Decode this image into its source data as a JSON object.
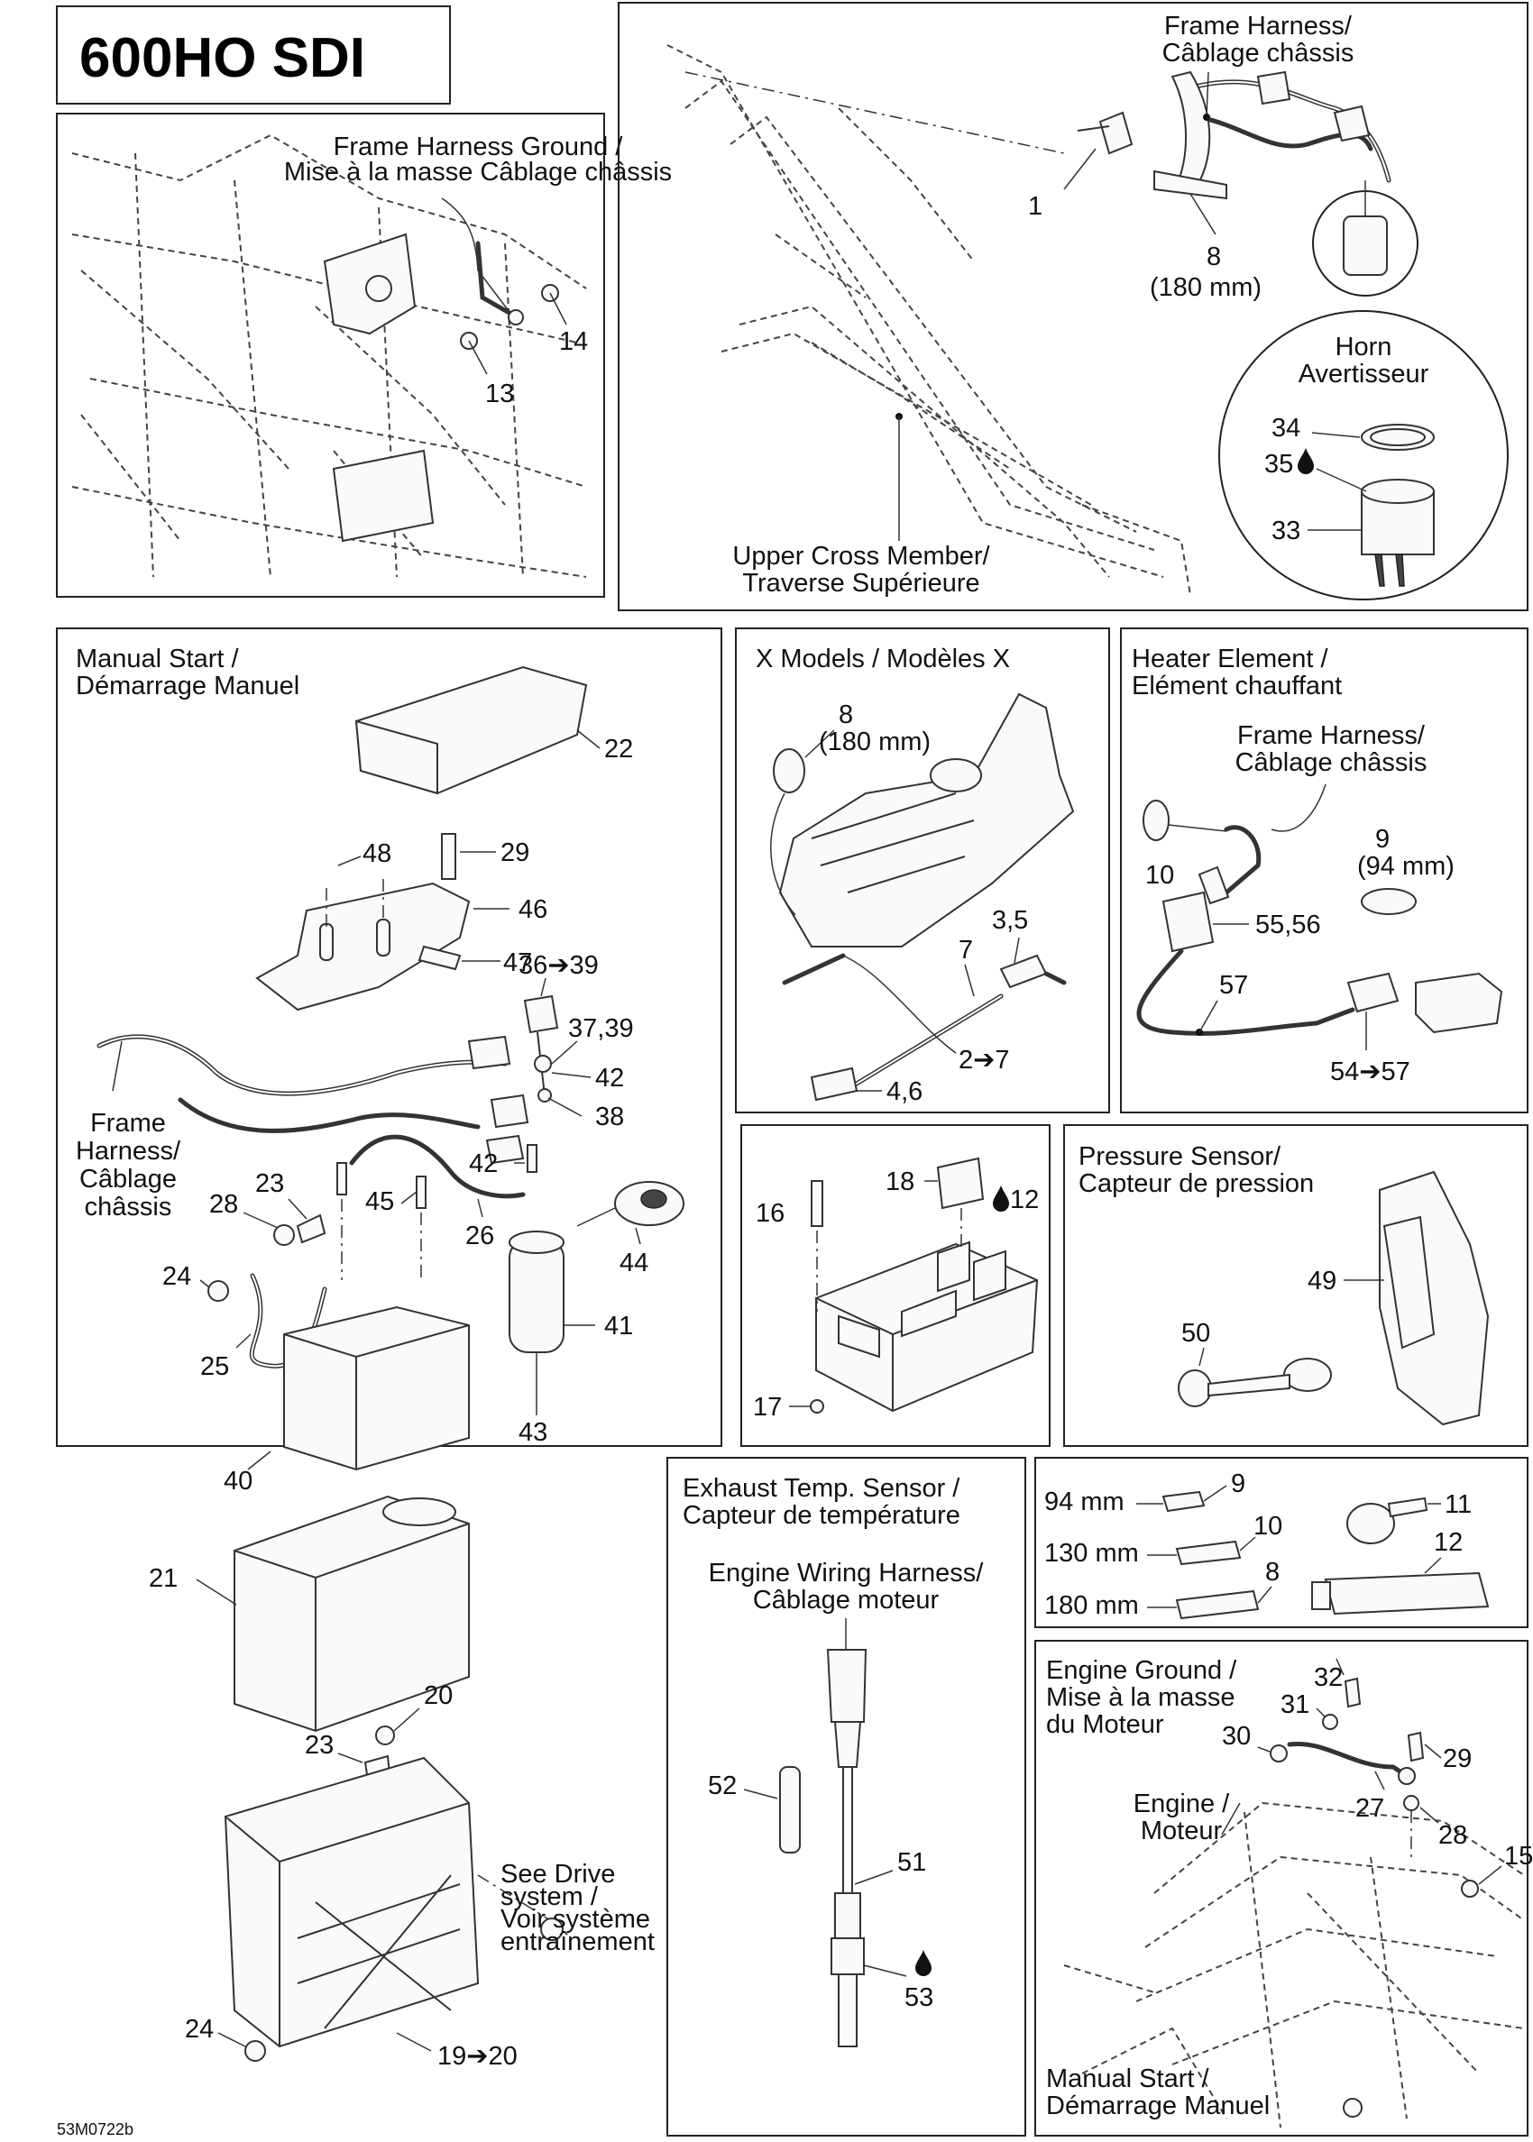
{
  "title": "600HO SDI",
  "drawing_code": "53M0722b",
  "panels": {
    "frame_ground": {
      "caption": [
        "Frame Harness Ground /",
        "Mise à la masse Câblage châssis"
      ],
      "callouts": [
        "14",
        "13"
      ]
    },
    "frame_top": {
      "harness_caption": [
        "Frame Harness/",
        "Câblage châssis"
      ],
      "cross_member_caption": [
        "Upper Cross Member/",
        "Traverse Supérieure"
      ],
      "horn_caption": [
        "Horn",
        "Avertisseur"
      ],
      "callouts": [
        "1",
        "8",
        "(180 mm)",
        "34",
        "35",
        "33"
      ]
    },
    "manual_start": {
      "caption": [
        "Manual Start /",
        "Démarrage Manuel"
      ],
      "harness_caption": [
        "Frame",
        "Harness/",
        "Câblage",
        "châssis"
      ],
      "see_drive": [
        "See Drive",
        "system /",
        "Voir système",
        "entraînement"
      ],
      "callouts": [
        "22",
        "48",
        "29",
        "46",
        "47",
        "36➔39",
        "37,39",
        "42",
        "38",
        "42",
        "28",
        "23",
        "45",
        "26",
        "44",
        "24",
        "41",
        "25",
        "43",
        "40",
        "21",
        "20",
        "23",
        "24",
        "19➔20"
      ]
    },
    "x_models": {
      "caption": [
        "X Models / Modèles X"
      ],
      "callouts": [
        "8",
        "(180 mm)",
        "3,5",
        "7",
        "2➔7",
        "4,6"
      ]
    },
    "heater": {
      "caption": [
        "Heater Element /",
        "Elément chauffant"
      ],
      "harness_caption": [
        "Frame Harness/",
        "Câblage châssis"
      ],
      "callouts": [
        "9",
        "(94 mm)",
        "10",
        "55,56",
        "57",
        "54➔57"
      ]
    },
    "fuse_box": {
      "callouts": [
        "18",
        "12",
        "16",
        "17"
      ]
    },
    "pressure": {
      "caption": [
        "Pressure Sensor/",
        "Capteur de pression"
      ],
      "callouts": [
        "49",
        "50"
      ]
    },
    "exhaust": {
      "caption": [
        "Exhaust Temp. Sensor /",
        "Capteur de température"
      ],
      "harness_caption": [
        "Engine Wiring Harness/",
        "Câblage moteur"
      ],
      "callouts": [
        "52",
        "51",
        "53"
      ]
    },
    "ties": {
      "rows": [
        {
          "size": "94 mm",
          "num": "9"
        },
        {
          "size": "130 mm",
          "num": "10"
        },
        {
          "size": "180 mm",
          "num": "8"
        }
      ],
      "callouts": [
        "11",
        "12"
      ]
    },
    "engine_ground": {
      "caption": [
        "Engine Ground /",
        "Mise à la masse",
        "du Moteur"
      ],
      "engine_caption": [
        "Engine /",
        "Moteur"
      ],
      "manual_caption": [
        "Manual Start /",
        "Démarrage Manuel"
      ],
      "callouts": [
        "32",
        "31",
        "30",
        "29",
        "27",
        "28",
        "15"
      ]
    }
  }
}
